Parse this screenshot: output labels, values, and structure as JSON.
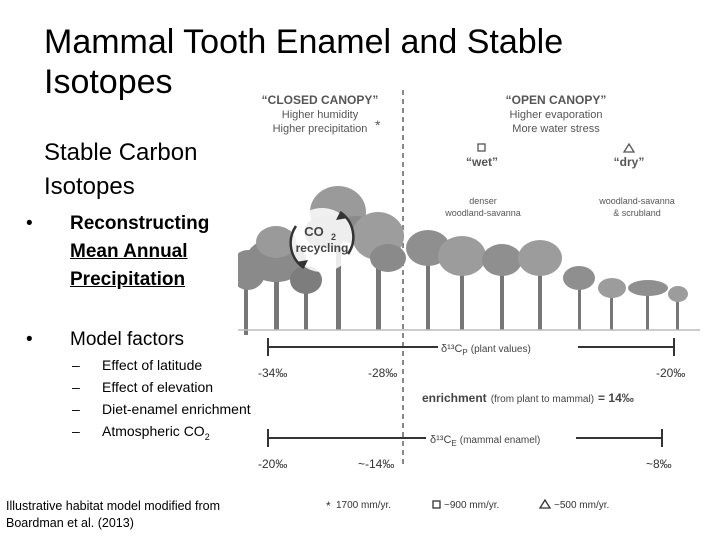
{
  "slide": {
    "title": "Mammal Tooth Enamel and Stable Isotopes",
    "subtitle_line1": "Stable Carbon",
    "subtitle_line2": "Isotopes",
    "bullet1": {
      "line1": "Reconstructing",
      "line2": "Mean Annual",
      "line3": "Precipitation"
    },
    "bullet2": "Model factors",
    "sub_items": [
      "Effect of latitude",
      "Effect of elevation",
      "Diet-enamel enrichment",
      "Atmospheric CO"
    ],
    "co2_subscript": "2",
    "bullet_symbol": "•",
    "dash_symbol": "–",
    "caption_line1": "Illustrative habitat model modified from",
    "caption_line2": "Boardman et al. (2013)"
  },
  "figure": {
    "closed": {
      "title": "“CLOSED CANOPY”",
      "line1": "Higher humidity",
      "line2": "Higher precipitation",
      "star": "*"
    },
    "open": {
      "title": "“OPEN CANOPY”",
      "line1": "Higher evaporation",
      "line2": "More water stress"
    },
    "wet_label": "“wet”",
    "dry_label": "“dry”",
    "denser_line1": "denser",
    "denser_line2": "woodland-savanna",
    "scrub_line1": "woodland-savanna",
    "scrub_line2": "& scrubland",
    "co2_label": "CO",
    "co2_sub": "2",
    "recycling_label": "recycling",
    "plant_axis_label": "δ¹³C",
    "plant_axis_sub": "P",
    "plant_axis_note": "(plant values)",
    "plant_left": "-34‰",
    "plant_mid": "-28‰",
    "plant_right": "-20‰",
    "enrichment_bold": "enrichment",
    "enrichment_note": "(from plant to mammal)",
    "enrichment_value": "= 14‰",
    "enamel_axis_label": "δ¹³C",
    "enamel_axis_sub": "E",
    "enamel_axis_note": "(mammal enamel)",
    "enamel_left": "-20‰",
    "enamel_mid": "~-14‰",
    "enamel_right": "~8‰",
    "legend_star": "*",
    "legend_1700": "1700 mm/yr.",
    "legend_900": "~900 mm/yr.",
    "legend_500": "~500 mm/yr."
  }
}
